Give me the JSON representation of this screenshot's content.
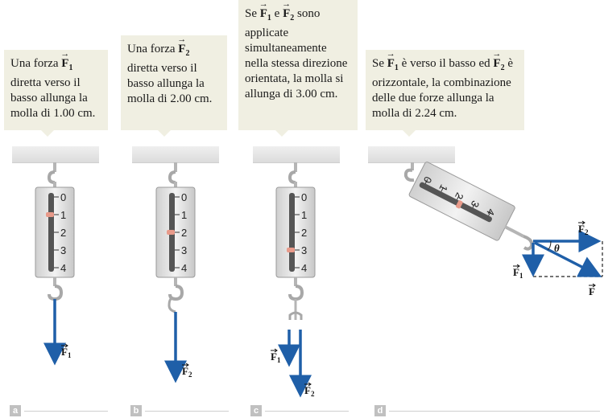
{
  "panels": [
    {
      "letter": "a",
      "text": [
        {
          "t": "Una forza "
        },
        {
          "v": "F",
          "s": "1"
        },
        {
          "t": " diretta verso il basso allunga la molla di 1.00 cm."
        }
      ],
      "arrow_labels": [
        "F"
      ],
      "arrow_subs": [
        "1"
      ],
      "reading": 1.0
    },
    {
      "letter": "b",
      "text": [
        {
          "t": "Una forza "
        },
        {
          "v": "F",
          "s": "2"
        },
        {
          "t": " diretta verso il basso allunga la molla di 2.00 cm."
        }
      ],
      "arrow_labels": [
        "F"
      ],
      "arrow_subs": [
        "2"
      ],
      "reading": 2.0
    },
    {
      "letter": "c",
      "text": [
        {
          "t": "Se "
        },
        {
          "v": "F",
          "s": "1"
        },
        {
          "t": " e "
        },
        {
          "v": "F",
          "s": "2"
        },
        {
          "t": " sono applicate simultaneamente nella stessa direzione orientata, la molla si allunga di 3.00 cm."
        }
      ],
      "arrow_labels": [
        "F",
        "F"
      ],
      "arrow_subs": [
        "1",
        "2"
      ],
      "reading": 3.0
    },
    {
      "letter": "d",
      "text": [
        {
          "t": "Se "
        },
        {
          "v": "F",
          "s": "1"
        },
        {
          "t": " è verso il basso ed "
        },
        {
          "v": "F",
          "s": "2"
        },
        {
          "t": " è orizzontale, la combinazione delle due forze allunga la molla di 2.24 cm."
        }
      ],
      "arrow_labels": [
        "F",
        "F",
        "F"
      ],
      "arrow_subs": [
        "1",
        "2",
        ""
      ],
      "angle_label": "θ",
      "reading": 2.24
    }
  ],
  "scale_ticks": [
    "0",
    "1",
    "2",
    "3",
    "4"
  ],
  "colors": {
    "arrow": "#1f5fa8",
    "callout_bg": "#f0efe2",
    "marker": "#e89a8a",
    "track": "#555555"
  }
}
